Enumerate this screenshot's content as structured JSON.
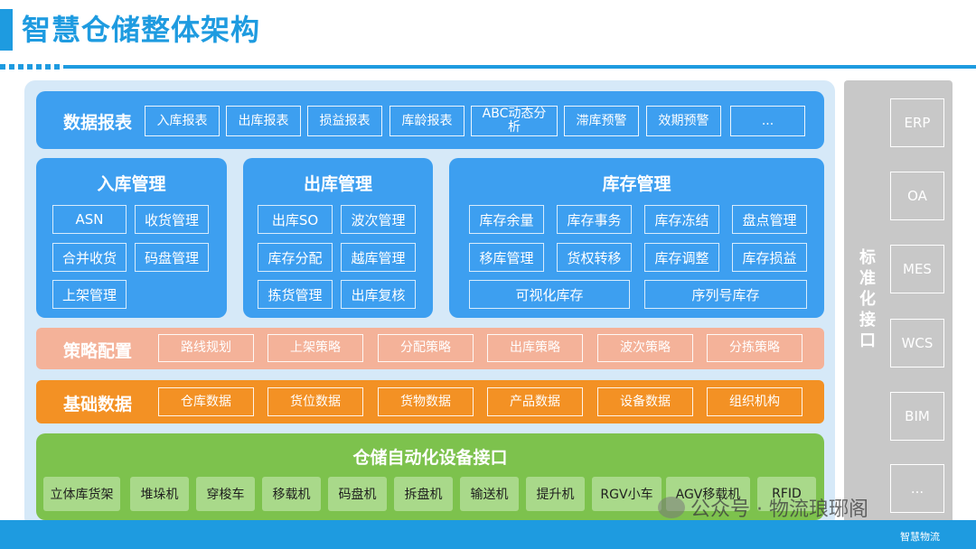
{
  "title": "智慧仓储整体架构",
  "brand": "智慧物流",
  "watermark": "公众号 · 物流琅琊阁",
  "report": {
    "label": "数据报表",
    "items": [
      "入库报表",
      "出库报表",
      "损益报表",
      "库龄报表",
      "ABC动态分析",
      "滞库预警",
      "效期预警",
      "..."
    ]
  },
  "inbound": {
    "title": "入库管理",
    "items": [
      "ASN",
      "收货管理",
      "合并收货",
      "码盘管理",
      "上架管理"
    ]
  },
  "outbound": {
    "title": "出库管理",
    "items": [
      "出库SO",
      "波次管理",
      "库存分配",
      "越库管理",
      "拣货管理",
      "出库复核"
    ]
  },
  "inventory": {
    "title": "库存管理",
    "items": [
      "库存余量",
      "库存事务",
      "库存冻结",
      "盘点管理",
      "移库管理",
      "货权转移",
      "库存调整",
      "库存损益"
    ],
    "wide_items": [
      "可视化库存",
      "序列号库存"
    ]
  },
  "strategy": {
    "label": "策略配置",
    "items": [
      "路线规划",
      "上架策略",
      "分配策略",
      "出库策略",
      "波次策略",
      "分拣策略"
    ]
  },
  "basic": {
    "label": "基础数据",
    "items": [
      "仓库数据",
      "货位数据",
      "货物数据",
      "产品数据",
      "设备数据",
      "组织机构"
    ]
  },
  "devices": {
    "title": "仓储自动化设备接口",
    "items": [
      "立体库货架",
      "堆垛机",
      "穿梭车",
      "移载机",
      "码盘机",
      "拆盘机",
      "输送机",
      "提升机",
      "RGV小车",
      "AGV移载机",
      "RFID"
    ]
  },
  "interface": {
    "label": "标准化接口",
    "items": [
      "ERP",
      "OA",
      "MES",
      "WCS",
      "BIM",
      "..."
    ]
  },
  "colors": {
    "accent": "#1e9be0",
    "blue_panel": "#3d9ff0",
    "strategy": "#f4b299",
    "basic": "#f39124",
    "devices": "#7dc24d",
    "interface": "#c8c8c8"
  }
}
